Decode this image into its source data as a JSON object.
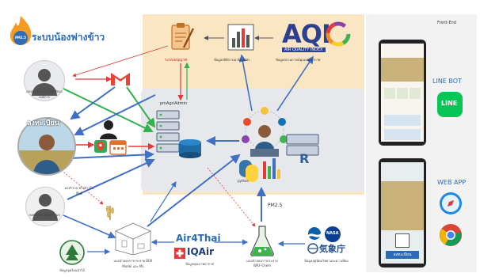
{
  "header": {
    "title": "ระบบน้องฟางข้าว",
    "logo_text": "PM2.5"
  },
  "top_box": {
    "approval_label": "ระบบอนุญาต",
    "stats_label": "ข้อมูลสถิติการเผาย้อนหลัง",
    "aqi_label": "ข้อมูลสถานการณ์คุณภาพอากาศ",
    "aqi_big": "AQI",
    "aqi_sub": "AIR QUALITY INDEX"
  },
  "left": {
    "officer_label": "ผลงทะเบียน เจ้าหน้าที่ขององค์การ",
    "register_label": "ลงทะเบียน",
    "farmer_label": "ลงทะเบียน ผู้ปลูกพืชผล",
    "crop_label": "ผลสำรวจ ฟางข้าวในพื้นที่"
  },
  "center": {
    "system_title": "pmAgriAdmin",
    "python_label": "python",
    "pm_label": "PM2.5"
  },
  "bottom": {
    "forest_label": "ข้อมูลจุดร้อนป่าไม้",
    "model_label": "แบบจำลองการกระจาย BOX Model และ ML",
    "air4thai": "Air4Thai",
    "iqair": "IQAir",
    "airq_label": "ข้อมูลคุณภาพอากาศ",
    "wrf_label": "แบบจำลองการกระจาย WRF-Chem",
    "met_label": "ข้อมูลอุตุนิยมวิทยาและดาวเทียม",
    "nasa": "NASA",
    "jma": "気象庁"
  },
  "right": {
    "frontend": "Front-End",
    "line_bot": "LINE BOT",
    "line_icon_text": "LINE",
    "web_app": "WEB APP",
    "phone_button": "ลงทะเบียน"
  },
  "colors": {
    "top_bg": "#fbe6c4",
    "center_bg": "#e5e7eb",
    "right_bg": "#f2f2f2",
    "blue_arrow": "#3f6fc6",
    "green_arrow": "#33b050",
    "red_arrow": "#e03a3a"
  }
}
